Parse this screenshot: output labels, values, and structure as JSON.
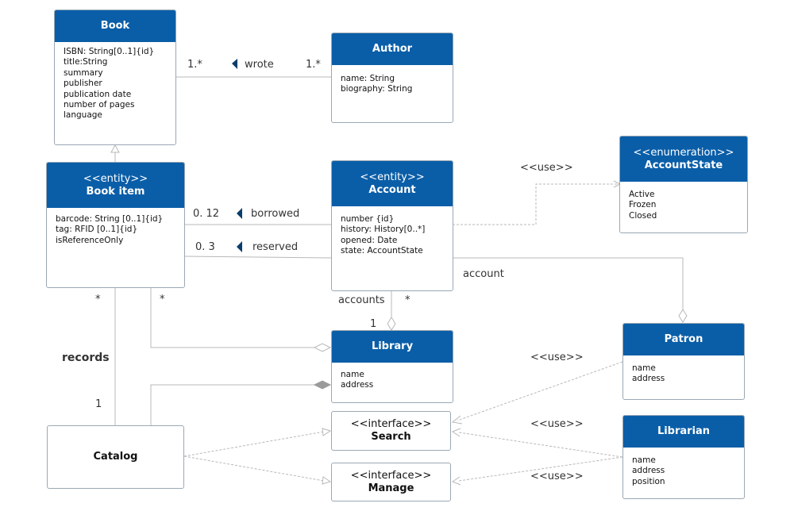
{
  "classes": {
    "book": {
      "name": "Book",
      "attrs": [
        "ISBN: String[0..1]{id}",
        "title:String",
        "summary",
        "publisher",
        "publication date",
        "number of pages",
        "language"
      ]
    },
    "author": {
      "name": "Author",
      "attrs": [
        "name: String",
        "biography: String"
      ]
    },
    "book_item": {
      "stereotype": "<<entity>>",
      "name": "Book item",
      "attrs": [
        "barcode: String [0..1]{id}",
        "tag: RFID [0..1]{id}",
        "isReferenceOnly"
      ]
    },
    "account": {
      "stereotype": "<<entity>>",
      "name": "Account",
      "attrs": [
        "number {id}",
        "history: History[0..*]",
        "opened: Date",
        "state: AccountState"
      ]
    },
    "account_state": {
      "stereotype": "<<enumeration>>",
      "name": "AccountState",
      "attrs": [
        "Active",
        "Frozen",
        "Closed"
      ]
    },
    "library": {
      "name": "Library",
      "attrs": [
        "name",
        "address"
      ]
    },
    "patron": {
      "name": "Patron",
      "attrs": [
        "name",
        "address"
      ]
    },
    "librarian": {
      "name": "Librarian",
      "attrs": [
        "name",
        "address",
        "position"
      ]
    },
    "catalog": {
      "name": "Catalog"
    },
    "search": {
      "stereotype": "<<interface>>",
      "name": "Search"
    },
    "manage": {
      "stereotype": "<<interface>>",
      "name": "Manage"
    }
  },
  "labels": {
    "wrote_left": "1.*",
    "wrote": "wrote",
    "wrote_right": "1.*",
    "use_account_state": "<<use>>",
    "borrowed_mult": "0. 12",
    "borrowed": "borrowed",
    "reserved_mult": "0. 3",
    "reserved": "reserved",
    "account": "account",
    "accounts": "accounts",
    "accounts_star": "*",
    "accounts_one": "1",
    "bookitem_star_left": "*",
    "bookitem_star_right": "*",
    "records": "records",
    "records_one": "1",
    "use_patron": "<<use>>",
    "use_librarian_search": "<<use>>",
    "use_librarian_manage": "<<use>>"
  },
  "colors": {
    "header": "#0a5ea8",
    "border": "#9aa8b4",
    "line": "#b8b8b8",
    "arrow": "#0a3d6b"
  }
}
